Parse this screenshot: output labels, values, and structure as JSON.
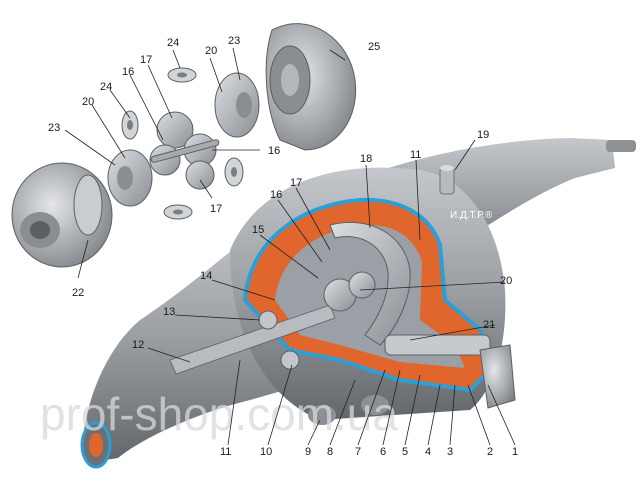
{
  "brand": "И.Д.Т.Р.®",
  "watermark": "prof-shop.com.ua",
  "labels": {
    "n1": "1",
    "n2": "2",
    "n3": "3",
    "n4": "4",
    "n5": "5",
    "n6": "6",
    "n7": "7",
    "n8": "8",
    "n9": "9",
    "n10": "10",
    "n11a": "11",
    "n11b": "11",
    "n12": "12",
    "n13": "13",
    "n14": "14",
    "n15": "15",
    "n16a": "16",
    "n16b": "16",
    "n16c": "16",
    "n17a": "17",
    "n17b": "17",
    "n17c": "17",
    "n18": "18",
    "n19": "19",
    "n20a": "20",
    "n20b": "20",
    "n20c": "20",
    "n21": "21",
    "n22": "22",
    "n23a": "23",
    "n23b": "23",
    "n24a": "24",
    "n24b": "24",
    "n25": "25"
  },
  "colors": {
    "housing": "#9a9ea3",
    "housing_dark": "#6f7378",
    "cutaway_blue": "#2b9fd6",
    "cutaway_orange": "#e0662d",
    "gear": "#b8bcc0"
  }
}
